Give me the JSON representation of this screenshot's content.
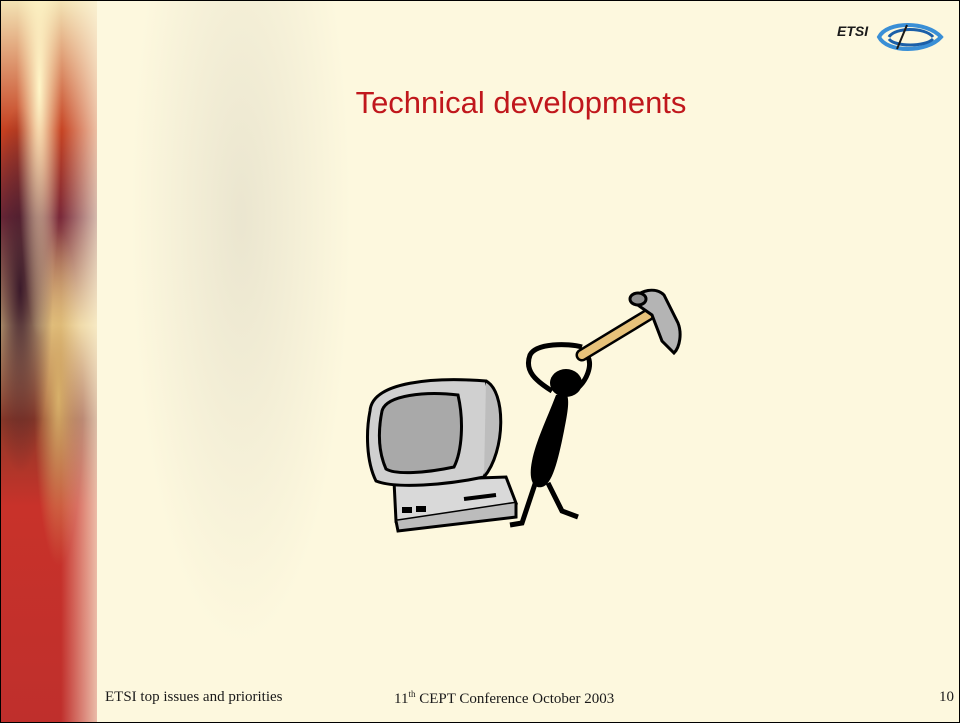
{
  "slide": {
    "title": "Technical developments",
    "logo_text": "ETSI",
    "footer": {
      "left": "ETSI top issues and priorities",
      "center_prefix": "11",
      "center_sup": "th",
      "center_rest": " CEPT Conference October 2003",
      "page_number": "10"
    },
    "clipart_icon": "frustrated-person-hammer-computer-icon"
  },
  "colors": {
    "background": "#fdf8de",
    "title": "#c0171c",
    "band": "#bf2f2c"
  }
}
